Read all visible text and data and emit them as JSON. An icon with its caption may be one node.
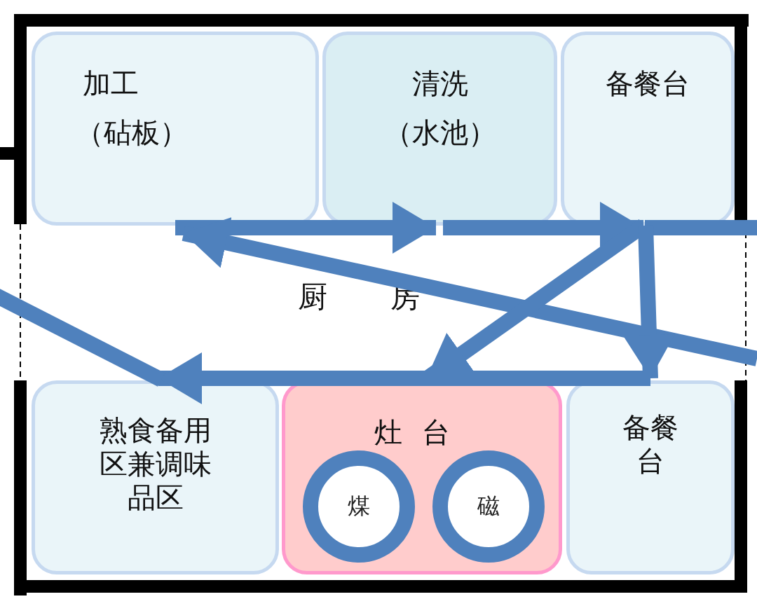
{
  "diagram": {
    "nodes": [
      {
        "text": [
          "加工",
          "（砧板）"
        ]
      },
      {
        "text": [
          "清洗",
          "（水池）"
        ]
      },
      {
        "text": [
          "备餐台"
        ]
      },
      {
        "text": [
          "熟食备用区兼调味品区"
        ]
      },
      {
        "text": [
          "灶台"
        ]
      },
      {
        "text": [
          "煤"
        ],
        "in": 4
      },
      {
        "text": [
          "磁"
        ],
        "in": 4
      },
      {
        "text": [
          "备餐台"
        ]
      }
    ],
    "edges": [
      {
        "from": 0,
        "to": 1,
        "arrow": "to"
      },
      {
        "from": 1,
        "to": 2,
        "arrow": "to"
      },
      {
        "from": 2,
        "to": null,
        "arrow": "none"
      },
      {
        "from": null,
        "to": 0,
        "arrow": "to"
      },
      {
        "from": 2,
        "to": 4,
        "arrow": "to"
      },
      {
        "from": 2,
        "to": 7,
        "arrow": "to"
      },
      {
        "from": 7,
        "to": 3,
        "arrow": "to"
      },
      {
        "from": 3,
        "to": null,
        "arrow": "none"
      }
    ],
    "labels": [
      "厨房"
    ]
  }
}
